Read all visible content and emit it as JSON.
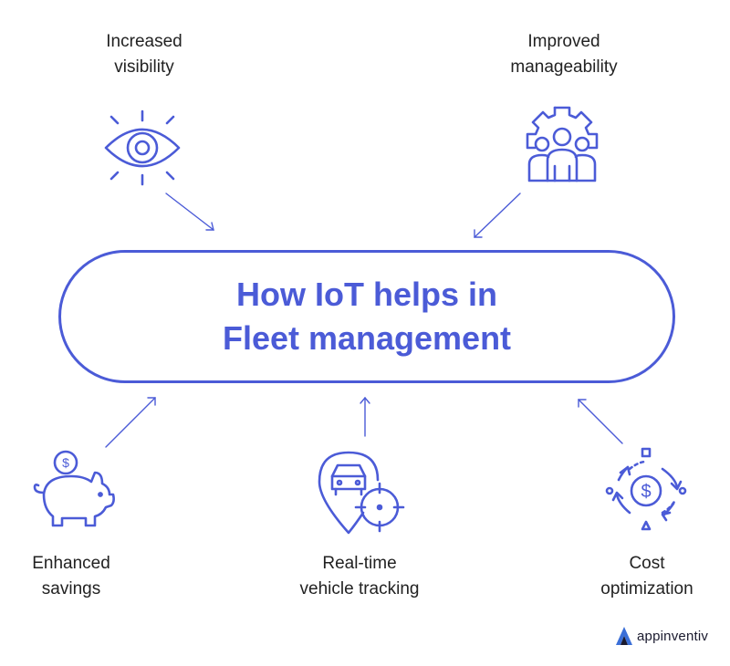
{
  "title": {
    "line1": "How IoT helps in",
    "line2": "Fleet management"
  },
  "benefits": [
    {
      "line1": "Increased",
      "line2": "visibility",
      "icon": "eye-icon"
    },
    {
      "line1": "Improved",
      "line2": "manageability",
      "icon": "gear-team-icon"
    },
    {
      "line1": "Enhanced",
      "line2": "savings",
      "icon": "piggy-bank-icon"
    },
    {
      "line1": "Real-time",
      "line2": "vehicle tracking",
      "icon": "vehicle-location-icon"
    },
    {
      "line1": "Cost",
      "line2": "optimization",
      "icon": "cost-cycle-icon"
    }
  ],
  "brand": {
    "name": "appinventiv"
  },
  "colors": {
    "accent": "#4b5bd7",
    "text": "#222222"
  }
}
